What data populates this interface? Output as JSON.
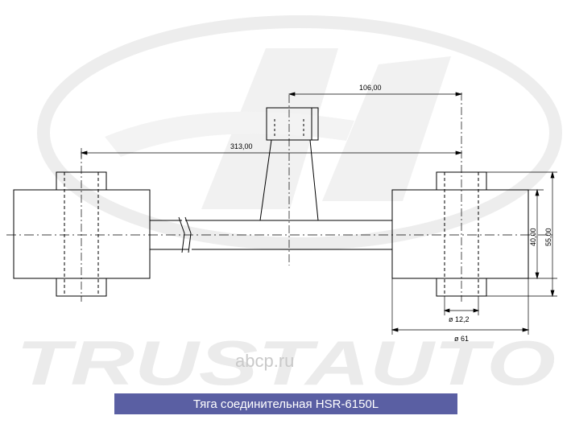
{
  "watermark": {
    "brand": "TRUSTAUTO",
    "site": "abcp.ru"
  },
  "dimensions": {
    "offset_top": "106,00",
    "length": "313,00",
    "height_inner": "40,00",
    "height_outer": "55,00",
    "pin_diameter": "ø 12,2",
    "bush_diameter": "ø 61"
  },
  "caption": "Тяга соединительная HSR-6150L",
  "colors": {
    "line": "#000000",
    "watermark": "#ececec",
    "caption_bg": "#5a5fa3",
    "caption_text": "#ffffff"
  }
}
